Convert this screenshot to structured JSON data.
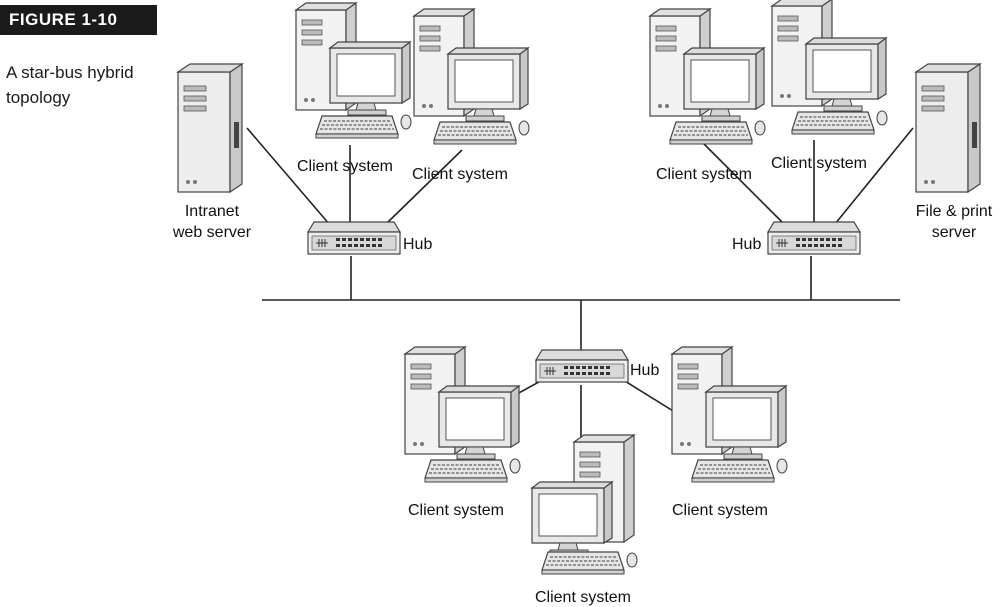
{
  "figure": {
    "label": "FIGURE 1-10",
    "caption": "A star-bus hybrid topology"
  },
  "nodes": {
    "intranet_server": "Intranet web server",
    "intranet_server_line1": "Intranet",
    "intranet_server_line2": "web server",
    "file_print_server_line1": "File & print",
    "file_print_server_line2": "server",
    "hub": "Hub",
    "client": "Client system"
  },
  "icons": {
    "server": "tower-server-icon",
    "client": "desktop-computer-icon",
    "hub": "network-hub-icon"
  }
}
